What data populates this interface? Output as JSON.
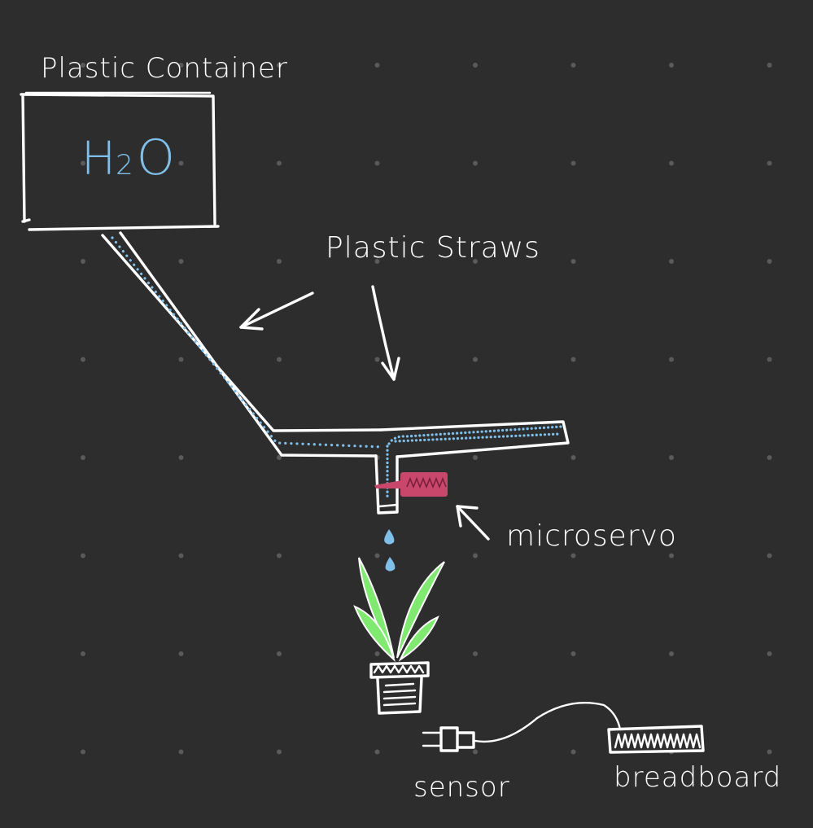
{
  "colors": {
    "background": "#2d2d2d",
    "ink": "#ffffff",
    "water": "#7fbfe9",
    "plant": "#7fea6f",
    "servo": "#c8476a",
    "grid_dot": "#5a5a5a"
  },
  "labels": {
    "container": "Plastic Container",
    "h2o_main": "H",
    "h2o_sub": "2",
    "h2o_tail": "O",
    "straws": "Plastic Straws",
    "microservo": "microservo",
    "sensor": "sensor",
    "breadboard": "breadboard"
  },
  "icons": {
    "container": "container-box",
    "straw": "straw-pipe",
    "droplet": "water-droplet-icon",
    "plant": "plant-icon",
    "pot": "pot-icon",
    "servo": "microservo-icon",
    "sensor": "sensor-plug-icon",
    "breadboard": "breadboard-icon",
    "arrow": "arrow-icon"
  }
}
